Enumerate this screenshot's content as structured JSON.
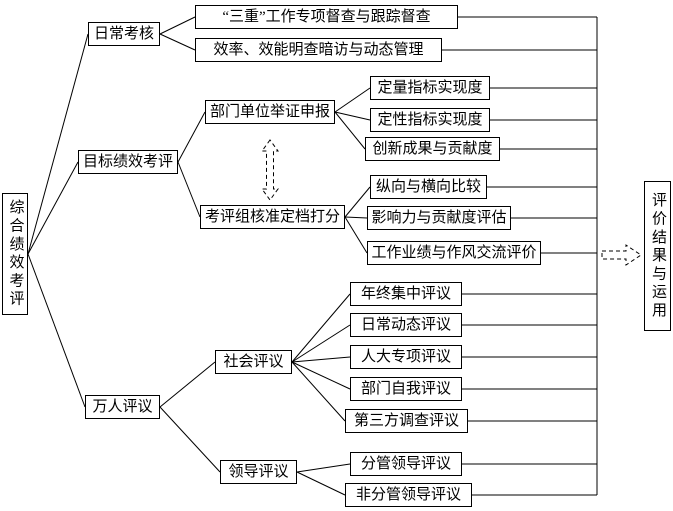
{
  "diagram": {
    "root": "综合绩效考评",
    "result": "评价结果与运用",
    "branches": [
      {
        "label": "日常考核",
        "children": [
          {
            "label": "“三重”工作专项督查与跟踪督查"
          },
          {
            "label": "效率、效能明查暗访与动态管理"
          }
        ]
      },
      {
        "label": "目标绩效考评",
        "children": [
          {
            "label": "部门单位举证申报",
            "children": [
              {
                "label": "定量指标实现度"
              },
              {
                "label": "定性指标实现度"
              },
              {
                "label": "创新成果与贡献度"
              }
            ]
          },
          {
            "label": "考评组核准定档打分",
            "children": [
              {
                "label": "纵向与横向比较"
              },
              {
                "label": "影响力与贡献度评估"
              },
              {
                "label": "工作业绩与作风交流评价"
              }
            ]
          }
        ]
      },
      {
        "label": "万人评议",
        "children": [
          {
            "label": "社会评议",
            "children": [
              {
                "label": "年终集中评议"
              },
              {
                "label": "日常动态评议"
              },
              {
                "label": "人大专项评议"
              },
              {
                "label": "部门自我评议"
              },
              {
                "label": "第三方调查评议"
              }
            ]
          },
          {
            "label": "领导评议",
            "children": [
              {
                "label": "分管领导评议"
              },
              {
                "label": "非分管领导评议"
              }
            ]
          }
        ]
      }
    ],
    "line_color": "#000000"
  }
}
